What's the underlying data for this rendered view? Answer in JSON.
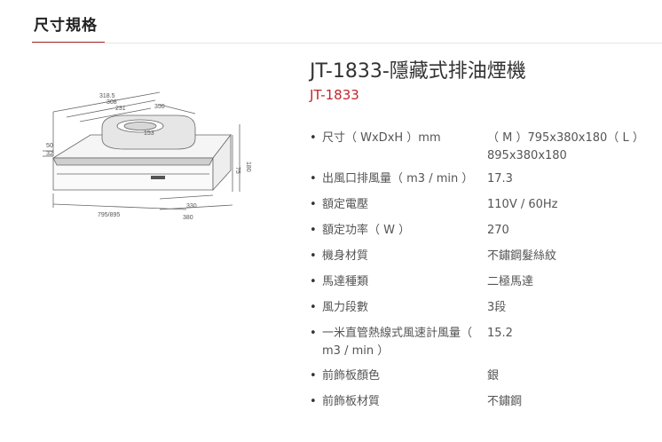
{
  "section": {
    "title": "尺寸規格"
  },
  "diagram": {
    "labels": {
      "d318": "318.5",
      "d308": "308",
      "d231": "231",
      "d350": "350",
      "d153": "153",
      "d50": "50",
      "d32": "32",
      "d180": "180",
      "d75": "75",
      "d330": "330",
      "d380": "380",
      "d795": "795/895"
    }
  },
  "product": {
    "title": "JT-1833-隱藏式排油煙機",
    "model": "JT-1833"
  },
  "specs": [
    {
      "label": "尺寸（ WxDxH ）mm",
      "value": "（ M ）795x380x180（ L ）895x380x180"
    },
    {
      "label": "出風口排風量（ m3 / min ）",
      "value": "17.3"
    },
    {
      "label": "額定電壓",
      "value": "110V / 60Hz"
    },
    {
      "label": "額定功率（ W ）",
      "value": "270"
    },
    {
      "label": "機身材質",
      "value": "不鏽鋼髮絲紋"
    },
    {
      "label": "馬達種類",
      "value": "二極馬達"
    },
    {
      "label": "風力段數",
      "value": "3段"
    },
    {
      "label": "一米直管熱線式風速計風量（ m3 / min ）",
      "value": "15.2"
    },
    {
      "label": "前飾板顏色",
      "value": "銀"
    },
    {
      "label": "前飾板材質",
      "value": "不鏽鋼"
    }
  ]
}
